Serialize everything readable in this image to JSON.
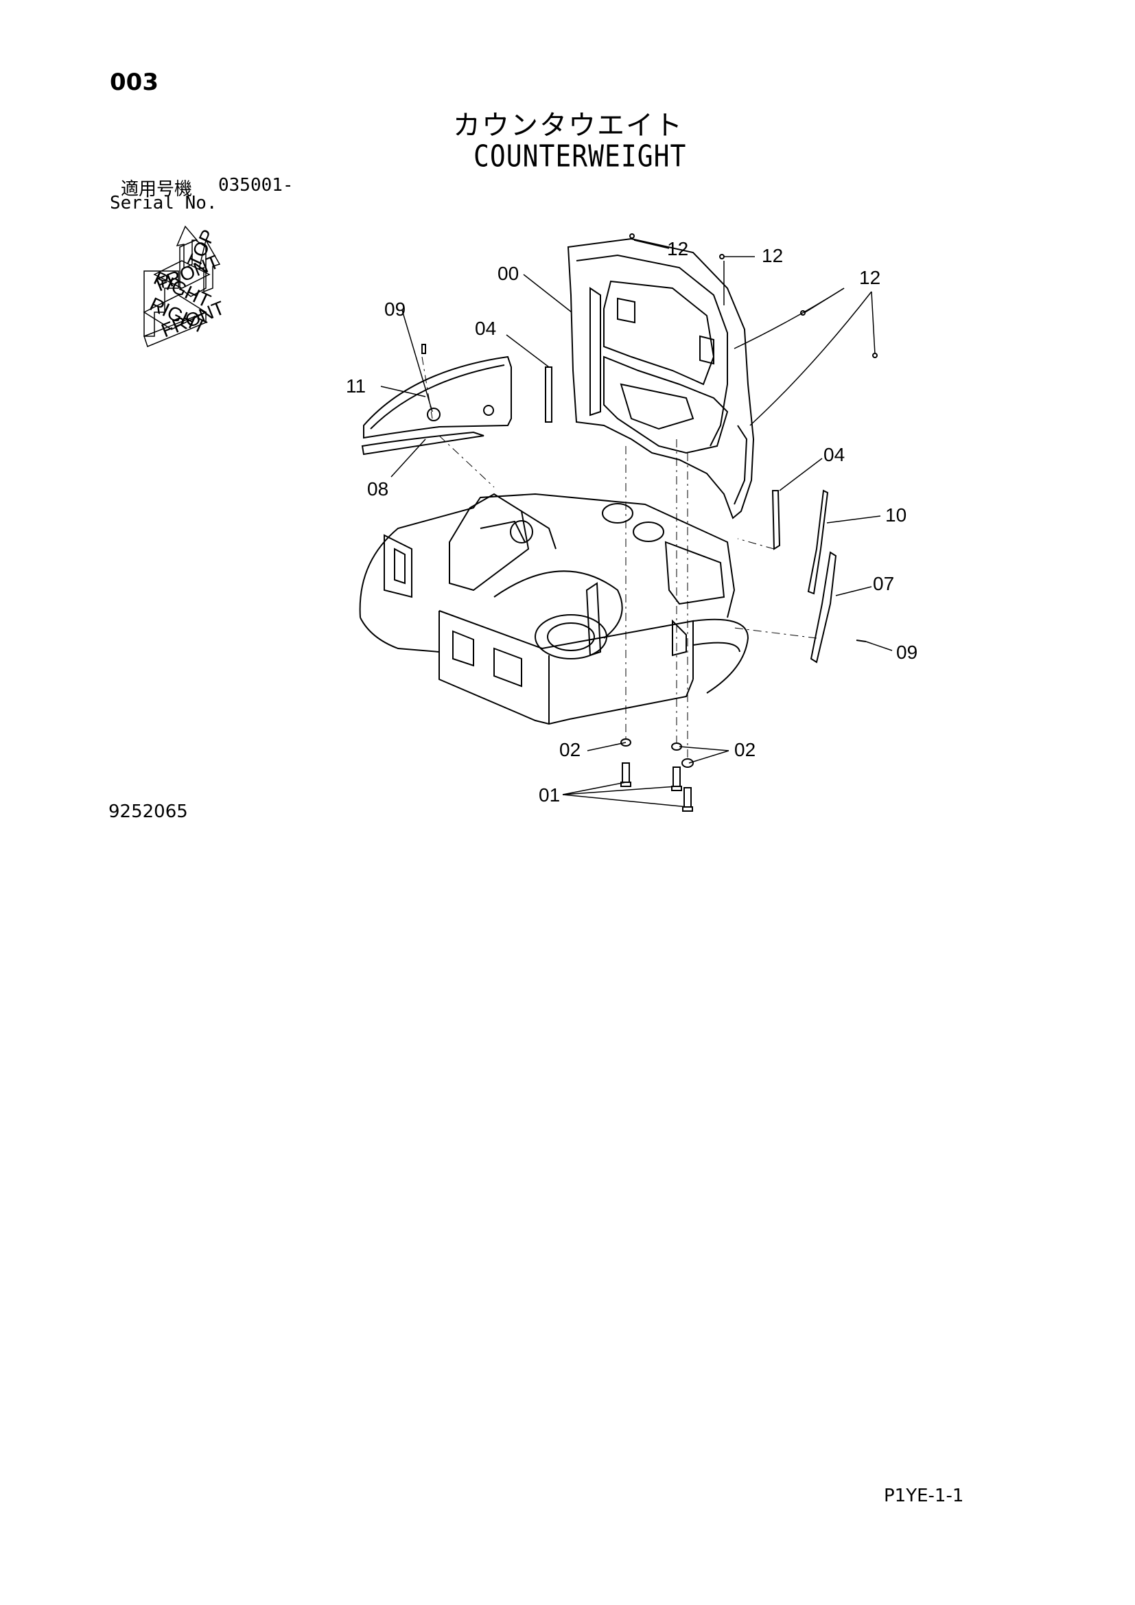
{
  "header": {
    "page_number": "003",
    "title_jp": "カウンタウエイト",
    "title_en": "COUNTERWEIGHT"
  },
  "serial": {
    "label_jp": "適用号機",
    "value": "035001-",
    "label_en": "Serial No."
  },
  "orientation": {
    "top": "TOP",
    "right": "RIGHT",
    "front": "FRONT",
    "upper_front": "FRONT",
    "upper_right": "RIGHT"
  },
  "callouts": {
    "c00": "00",
    "c01": "01",
    "c02a": "02",
    "c02b": "02",
    "c04a": "04",
    "c04b": "04",
    "c07": "07",
    "c08": "08",
    "c09a": "09",
    "c09b": "09",
    "c10": "10",
    "c11": "11",
    "c12a": "12",
    "c12b": "12",
    "c12c": "12"
  },
  "footer": {
    "drawing_number": "9252065",
    "sheet_code": "P1YE-1-1"
  }
}
